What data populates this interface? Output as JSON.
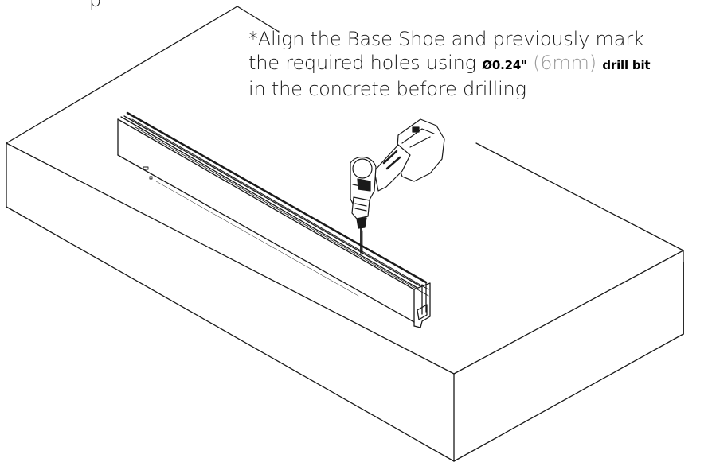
{
  "top_fragment": "p",
  "instruction": {
    "line1": "*Align the Base Shoe and previously mark",
    "line2_start": "the required holes using ",
    "diameter": "Ø0.24\"",
    "metric": "(6mm)",
    "bit": "drill bit",
    "line3": "in the concrete before drilling"
  }
}
